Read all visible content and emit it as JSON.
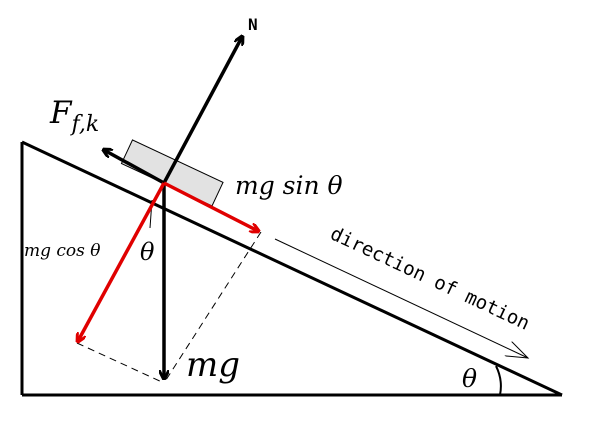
{
  "diagram": {
    "labels": {
      "normal": "N",
      "friction": "F",
      "friction_sub": "f,k",
      "mg_sin": "mg sin θ",
      "mg_cos": "mg cos θ",
      "theta_block": "θ",
      "mg": "mg",
      "motion": "direction of motion",
      "theta_incline": "θ"
    },
    "colors": {
      "line": "#000000",
      "red_vector": "#e00000",
      "block_fill": "#e2e2e2"
    }
  }
}
